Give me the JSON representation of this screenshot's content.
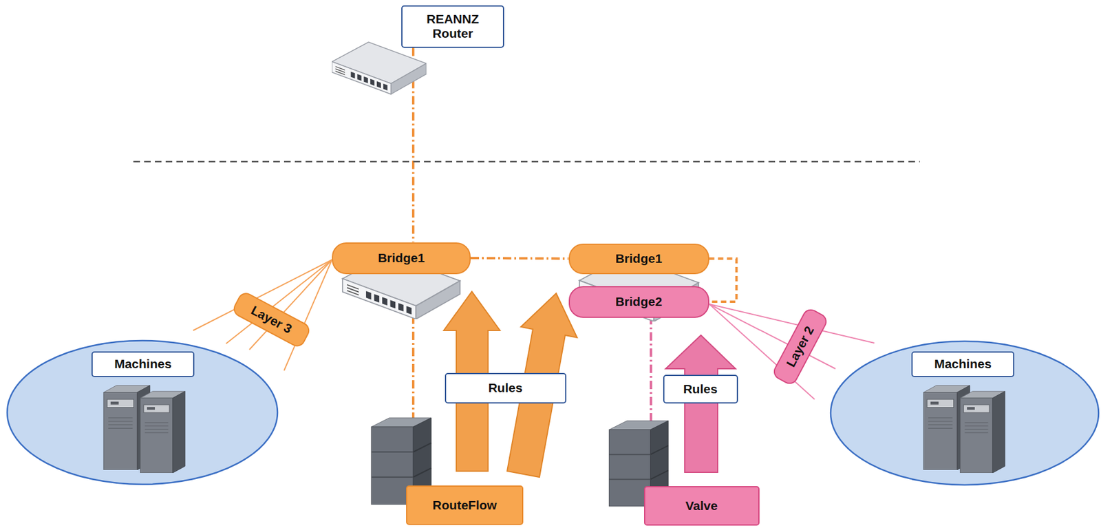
{
  "diagram": {
    "nodes": [
      {
        "text": [
          "REANNZ Router"
        ]
      },
      {
        "text": [
          "Bridge1"
        ]
      },
      {
        "text": [
          "Bridge1"
        ]
      },
      {
        "text": [
          "Bridge2"
        ]
      },
      {
        "text": [
          "Layer 3"
        ]
      },
      {
        "text": [
          "Machines"
        ]
      },
      {
        "text": [
          "Rules"
        ]
      },
      {
        "text": [
          "RouteFlow"
        ]
      },
      {
        "text": [
          "Rules"
        ]
      },
      {
        "text": [
          "Valve"
        ]
      },
      {
        "text": [
          "Layer 2"
        ]
      },
      {
        "text": [
          "Machines"
        ]
      }
    ],
    "edges": [
      {
        "from": 0,
        "to": 1,
        "arrow": "none"
      },
      {
        "from": 1,
        "to": 2,
        "arrow": "none"
      },
      {
        "from": 2,
        "to": 3,
        "arrow": "none"
      },
      {
        "from": 7,
        "to": 1,
        "arrow": "none"
      },
      {
        "from": 9,
        "to": 3,
        "arrow": "none"
      }
    ]
  }
}
